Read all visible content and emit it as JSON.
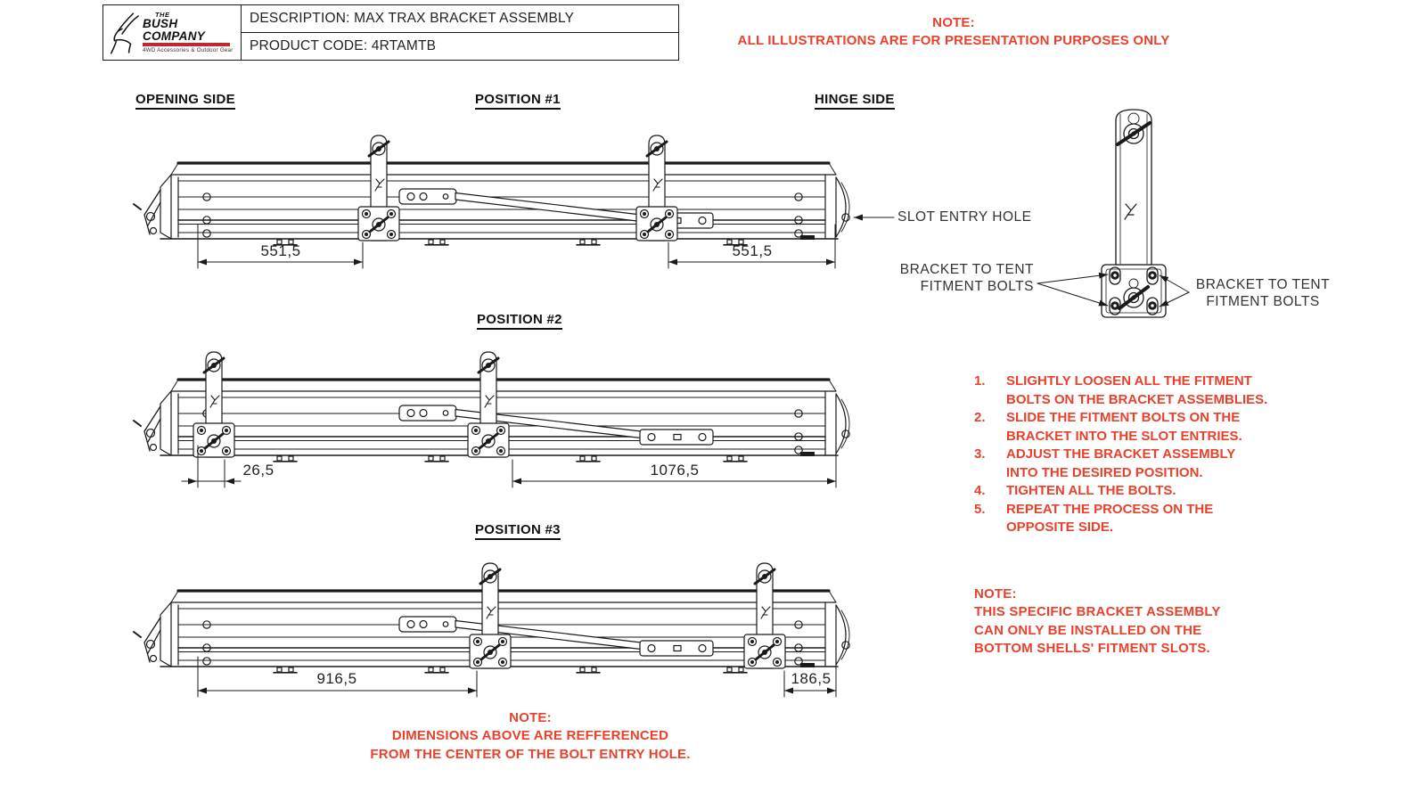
{
  "title_block": {
    "description": "DESCRIPTION: MAX TRAX BRACKET ASSEMBLY",
    "product_code": "PRODUCT CODE: 4RTAMTB",
    "logo": {
      "brand_top": "THE",
      "brand": "BUSH COMPANY",
      "tagline": "4WD Accessories & Outdoor Gear"
    }
  },
  "top_note": {
    "heading": "NOTE:",
    "text": "ALL ILLUSTRATIONS ARE FOR PRESENTATION PURPOSES ONLY"
  },
  "headings": {
    "opening_side": "OPENING SIDE",
    "position1": "POSITION #1",
    "hinge_side": "HINGE SIDE",
    "position2": "POSITION #2",
    "position3": "POSITION #3"
  },
  "dimensions": {
    "pos1_left": "551,5",
    "pos1_right": "551,5",
    "pos2_left": "26,5",
    "pos2_right": "1076,5",
    "pos3_left": "916,5",
    "pos3_right": "186,5"
  },
  "callouts": {
    "slot_entry_hole": "SLOT ENTRY HOLE",
    "bracket_left": "BRACKET TO TENT\nFITMENT BOLTS",
    "bracket_right": "BRACKET TO TENT\nFITMENT BOLTS"
  },
  "steps": {
    "items": [
      {
        "num": "1.",
        "text": "SLIGHTLY LOOSEN ALL THE FITMENT\nBOLTS ON THE BRACKET ASSEMBLIES."
      },
      {
        "num": "2.",
        "text": "SLIDE THE FITMENT BOLTS ON THE\nBRACKET INTO THE SLOT ENTRIES."
      },
      {
        "num": "3.",
        "text": "ADJUST THE BRACKET ASSEMBLY\nINTO THE DESIRED POSITION."
      },
      {
        "num": "4.",
        "text": "TIGHTEN ALL THE BOLTS."
      },
      {
        "num": "5.",
        "text": "REPEAT THE PROCESS ON THE\nOPPOSITE SIDE."
      }
    ]
  },
  "mid_note": {
    "heading": "NOTE:",
    "text": "THIS SPECIFIC BRACKET ASSEMBLY\nCAN ONLY BE INSTALLED ON THE\nBOTTOM SHELLS' FITMENT SLOTS."
  },
  "bottom_note": {
    "heading": "NOTE:",
    "text": "DIMENSIONS ABOVE ARE REFFERENCED\nFROM THE CENTER OF THE BOLT ENTRY HOLE."
  },
  "colors": {
    "accent_red": "#e8412c",
    "logo_red": "#c1272d",
    "line_black": "#1a1a1a"
  }
}
